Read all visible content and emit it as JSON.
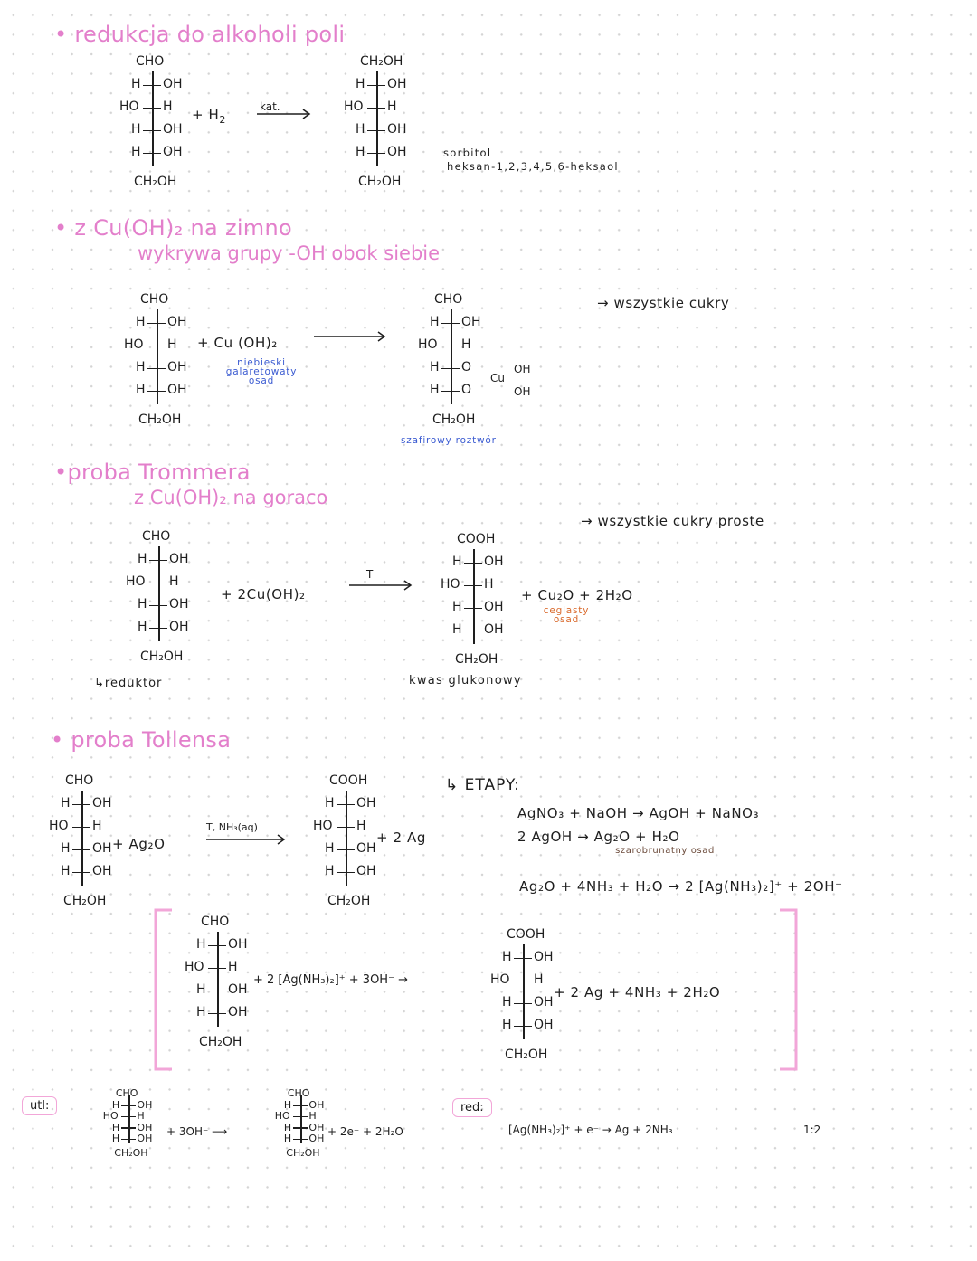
{
  "sections": {
    "reduction": {
      "heading": "• redukcja do alkoholi poli",
      "plus_h2": "+ H",
      "h2_sub": "2",
      "arrow_label": "kat.",
      "product_name": "sorbitol",
      "product_iupac": "heksan-1,2,3,4,5,6-heksaol"
    },
    "cold": {
      "heading": "• z Cu(OH)₂ na zimno",
      "subheading": "wykrywa grupy -OH obok siebie",
      "reagent": "+ Cu (OH)₂",
      "reagent_note": "niebieski galaretowaty osad",
      "product_note": "szafirowy roztwór",
      "scope": "→ wszystkie cukry"
    },
    "trommer": {
      "heading": "•proba Trommera",
      "subheading": "z Cu(OH)₂ na goraco",
      "reagent": "+ 2Cu(OH)₂",
      "arrow_label": "T",
      "reductor": "↳reduktor",
      "byproducts": "+ Cu₂O  + 2H₂O",
      "cu2o_note": "ceglasty osad",
      "product_name": "kwas glukonowy",
      "scope": "→ wszystkie cukry proste"
    },
    "tollens": {
      "heading": "• proba Tollensa",
      "reagent": "+ Ag₂O",
      "arrow_label": "T, NH₃(aq)",
      "products": "+ 2 Ag",
      "stages_label": "↳ ETAPY:",
      "stage1": "AgNO₃ + NaOH → AgOH + NaNO₃",
      "stage2": "2 AgOH → Ag₂O + H₂O",
      "stage2_note": "szarobrunatny osad",
      "stage3": "Ag₂O + 4NH₃ + H₂O → 2 [Ag(NH₃)₂]⁺ + 2OH⁻",
      "full_reagent": "+ 2 [Ag(NH₃)₂]⁺ + 3OH⁻ →",
      "full_products": "+ 2 Ag  + 4NH₃ + 2H₂O",
      "ox_label": "utl:",
      "ox_reagent": "+ 3OH⁻ ⟶",
      "ox_products": "+ 2e⁻ + 2H₂O",
      "red_label": "red:",
      "red_eq": "[Ag(NH₃)₂]⁺ + e⁻ → Ag + 2NH₃",
      "red_ratio": "1:2"
    }
  },
  "fischer_labels": {
    "cho": "CHO",
    "cooh": "COOH",
    "ch2oh": "CH₂OH",
    "h": "H",
    "oh": "OH",
    "ho": "HO",
    "o": "O",
    "cu": "Cu",
    "cu_oh": "OH"
  },
  "colors": {
    "heading": "#e37fcb",
    "blue_note": "#3b5bd1",
    "orange_note": "#d9682a",
    "bracket": "#f2a6d8"
  }
}
